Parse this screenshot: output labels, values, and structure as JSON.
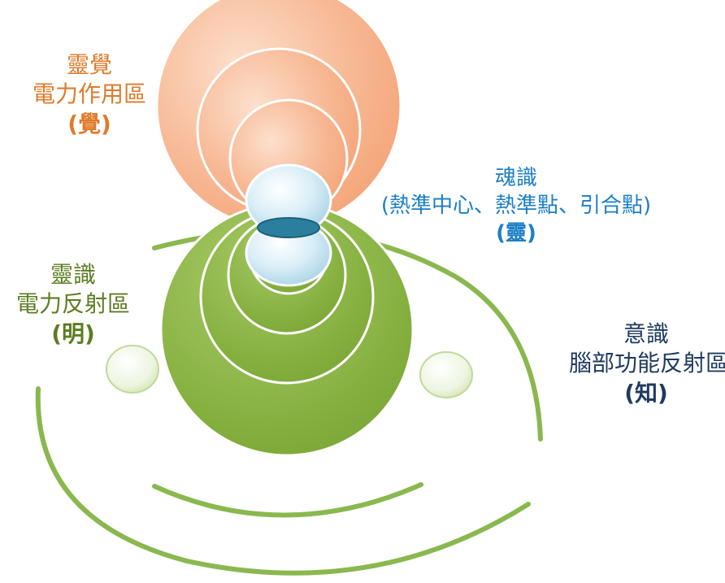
{
  "colors": {
    "orange_text": "#e07a2a",
    "blue_text": "#1b7fc6",
    "green_text": "#5c7d22",
    "navy_text": "#1f3a5f",
    "orange_fill": "#f7b894",
    "green_fill": "#8fb84a",
    "blue_fill": "#cfe8f3",
    "blue_disc": "#2b7f9e",
    "arc_green": "#8ab84e"
  },
  "labels": {
    "spirit_sense": {
      "line1": "靈覺",
      "line2": "電力作用區",
      "line3": "(覺)"
    },
    "soul_consciousness": {
      "line1": "魂識",
      "line2": "(熱準中心、熱準點、引合點)",
      "line3": "(靈)"
    },
    "spirit_knowing": {
      "line1": "靈識",
      "line2": "電力反射區",
      "line3": "(明)"
    },
    "consciousness": {
      "line1": "意識",
      "line2": "腦部功能反射區",
      "line3": "(知)"
    }
  }
}
